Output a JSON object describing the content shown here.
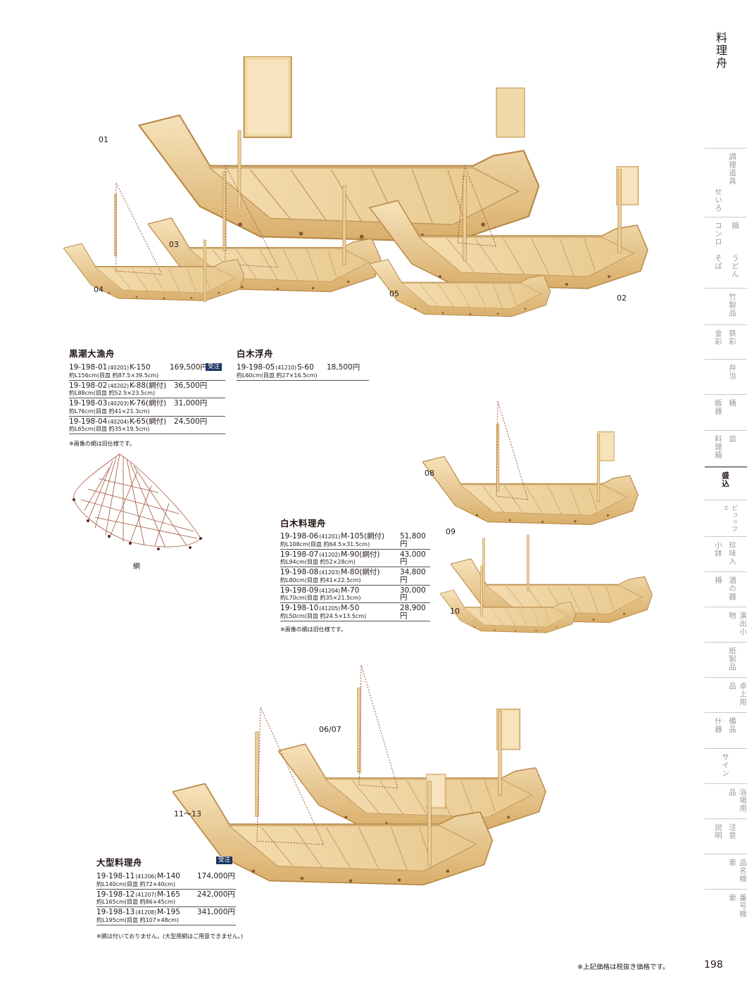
{
  "section_header": "料理舟",
  "side_tabs": [
    {
      "label": "調理道具",
      "active": false
    },
    {
      "label": "せいろ",
      "active": false
    },
    {
      "label": "鍋",
      "active": false
    },
    {
      "label": "コンロ",
      "active": false
    },
    {
      "label": "うどん",
      "active": false
    },
    {
      "label": "そば",
      "active": false
    },
    {
      "label": "竹製品",
      "active": false
    },
    {
      "label": "鉄彩",
      "active": false
    },
    {
      "label": "金彩",
      "active": false
    },
    {
      "label": "弁当",
      "active": false
    },
    {
      "label": "桶",
      "active": false
    },
    {
      "label": "飯器",
      "active": false
    },
    {
      "label": "皿",
      "active": false
    },
    {
      "label": "料理箱",
      "active": false
    },
    {
      "label": "盛込",
      "active": true
    },
    {
      "label": "ビュッフェ",
      "active": false
    },
    {
      "label": "珍味入",
      "active": false
    },
    {
      "label": "小鉢",
      "active": false
    },
    {
      "label": "酒の器",
      "active": false
    },
    {
      "label": "樽",
      "active": false
    },
    {
      "label": "演出小物",
      "active": false
    },
    {
      "label": "紙製品",
      "active": false
    },
    {
      "label": "卓上用品",
      "active": false
    },
    {
      "label": "備品",
      "active": false
    },
    {
      "label": "什器",
      "active": false
    },
    {
      "label": "サイン",
      "active": false
    },
    {
      "label": "浴場用品",
      "active": false
    },
    {
      "label": "注意",
      "active": false
    },
    {
      "label": "説明",
      "active": false
    },
    {
      "label": "品名検索",
      "active": false
    },
    {
      "label": "番号検索",
      "active": false
    }
  ],
  "photo_labels": {
    "p01": "01",
    "p02": "02",
    "p03": "03",
    "p04": "04",
    "p05": "05",
    "p08": "08",
    "p09": "09",
    "p10": "10",
    "p0607": "06/07",
    "p1113": "11〜13",
    "net": "網"
  },
  "groups": {
    "kuroshio": {
      "title": "黒潮大漁舟",
      "badge": "受注",
      "rows": [
        {
          "code": "19-198-01",
          "sub": "(40201)",
          "model": "K-150",
          "price": "169,500円",
          "dims": "約L156cm(目皿 約87.5×39.5cm)"
        },
        {
          "code": "19-198-02",
          "sub": "(40202)",
          "model": "K-88(網付)",
          "price": "36,500円",
          "dims": "約L88cm(目皿 約52.5×23.5cm)"
        },
        {
          "code": "19-198-03",
          "sub": "(40203)",
          "model": "K-76(網付)",
          "price": "31,000円",
          "dims": "約L76cm(目皿 約41×21.3cm)"
        },
        {
          "code": "19-198-04",
          "sub": "(40204)",
          "model": "K-65(網付)",
          "price": "24,500円",
          "dims": "約L65cm(目皿 約35×19.5cm)"
        }
      ],
      "note": "※画像の網は旧仕様です。"
    },
    "shiraki_uki": {
      "title": "白木浮舟",
      "rows": [
        {
          "code": "19-198-05",
          "sub": "(41210)",
          "model": "S-60",
          "price": "18,500円",
          "dims": "約L60cm(目皿 約27×16.5cm)"
        }
      ]
    },
    "shiraki_ryori": {
      "title": "白木料理舟",
      "rows": [
        {
          "code": "19-198-06",
          "sub": "(41201)",
          "model": "M-105(網付)",
          "price": "51,800円",
          "dims": "約L108cm(目皿 約64.5×31.5cm)"
        },
        {
          "code": "19-198-07",
          "sub": "(41202)",
          "model": "M-90(網付)",
          "price": "43,000円",
          "dims": "約L94cm(目皿 約52×28cm)"
        },
        {
          "code": "19-198-08",
          "sub": "(41203)",
          "model": "M-80(網付)",
          "price": "34,800円",
          "dims": "約L80cm(目皿 約41×22.5cm)"
        },
        {
          "code": "19-198-09",
          "sub": "(41204)",
          "model": "M-70",
          "price": "30,000円",
          "dims": "約L70cm(目皿 約35×21.5cm)"
        },
        {
          "code": "19-198-10",
          "sub": "(41205)",
          "model": "M-50",
          "price": "28,900円",
          "dims": "約L50cm(目皿 約24.5×13.5cm)"
        }
      ],
      "note": "※画像の網は旧仕様です。"
    },
    "ogata": {
      "title": "大型料理舟",
      "badge": "受注",
      "rows": [
        {
          "code": "19-198-11",
          "sub": "(41206)",
          "model": "M-140",
          "price": "174,000円",
          "dims": "約L140cm(目皿 約72×40cm)"
        },
        {
          "code": "19-198-12",
          "sub": "(41207)",
          "model": "M-165",
          "price": "242,000円",
          "dims": "約L165cm(目皿 約86×45cm)"
        },
        {
          "code": "19-198-13",
          "sub": "(41208)",
          "model": "M-195",
          "price": "341,000円",
          "dims": "約L195cm(目皿 約107×48cm)"
        }
      ],
      "note": "※網は付いておりません。(大型用網はご用意できません。)"
    }
  },
  "footer_note": "※上記価格は税抜き価格です。",
  "page_number": "198",
  "colors": {
    "wood_light": "#f3dcae",
    "wood_mid": "#e6c384",
    "wood_dark": "#c89a55",
    "badge": "#1e3560",
    "net": "#a2553a"
  }
}
